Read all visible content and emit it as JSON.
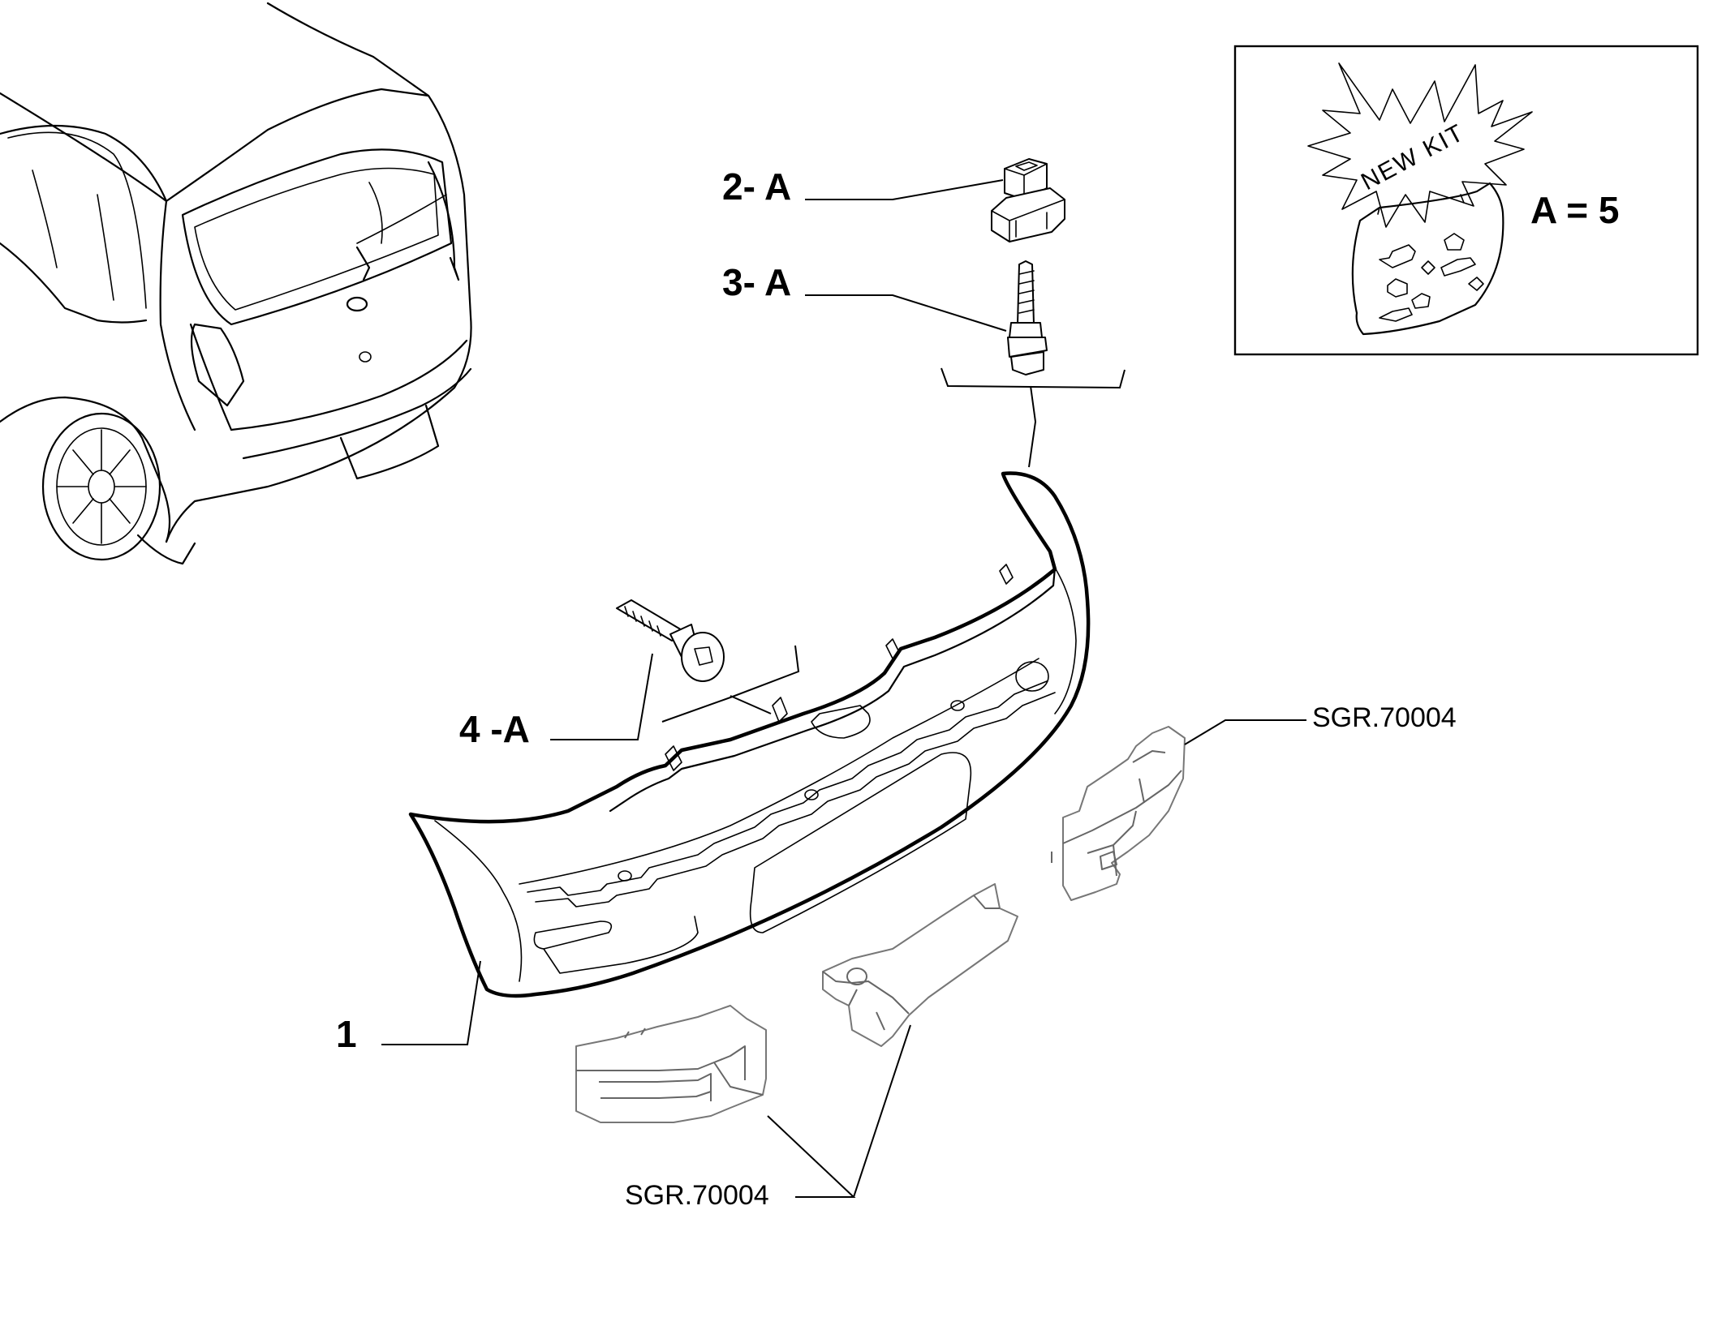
{
  "callouts": {
    "part_1": "1",
    "part_2": "2- A",
    "part_3": "3- A",
    "part_4": "4 -A",
    "sgr_right": "SGR.70004",
    "sgr_bottom": "SGR.70004"
  },
  "kit_box": {
    "badge": "NEW KIT",
    "quantity": "A = 5"
  }
}
